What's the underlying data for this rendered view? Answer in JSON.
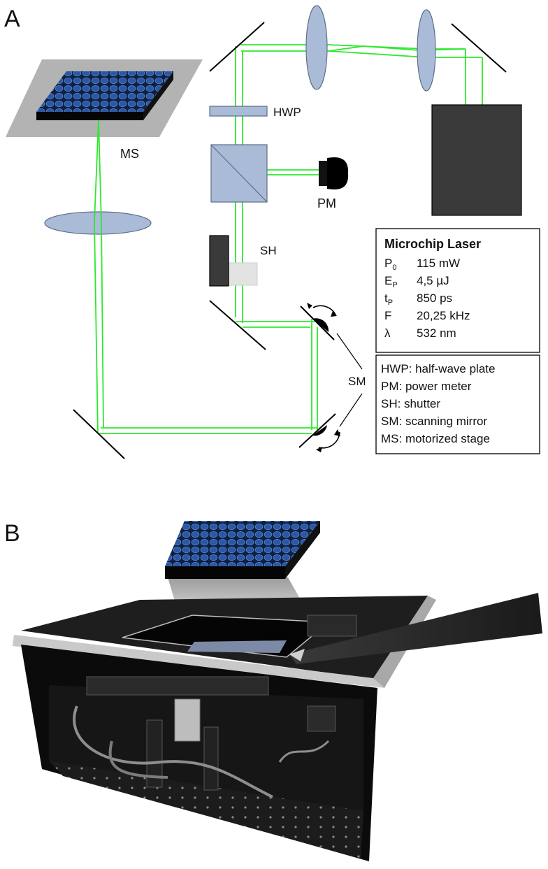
{
  "panels": {
    "a": {
      "label": "A"
    },
    "b": {
      "label": "B"
    }
  },
  "labels": {
    "ms": "MS",
    "hwp": "HWP",
    "pm": "PM",
    "sh": "SH",
    "sm": "SM"
  },
  "laser_spec": {
    "title": "Microchip Laser",
    "rows": [
      {
        "symbol": "P",
        "sub": "0",
        "value": "115 mW"
      },
      {
        "symbol": "E",
        "sub": "P",
        "value": "4,5 µJ"
      },
      {
        "symbol": "t",
        "sub": "P",
        "value": "850 ps"
      },
      {
        "symbol": "F",
        "sub": "",
        "value": "20,25 kHz"
      },
      {
        "symbol": "λ",
        "sub": "",
        "value": "532 nm"
      }
    ]
  },
  "legend": [
    "HWP: half-wave plate",
    "PM: power meter",
    "SH: shutter",
    "SM: scanning mirror",
    "MS: motorized stage"
  ],
  "colors": {
    "beam": "#2ee82e",
    "optic_fill": "#a9bbd6",
    "optic_stroke": "#5d6f88",
    "laser_box": "#3a3a3a",
    "stage_plate": "#b3b3b3",
    "well_plate": "#1f3f78",
    "enclosure": "#111111",
    "frame": "#c4c4c4"
  }
}
